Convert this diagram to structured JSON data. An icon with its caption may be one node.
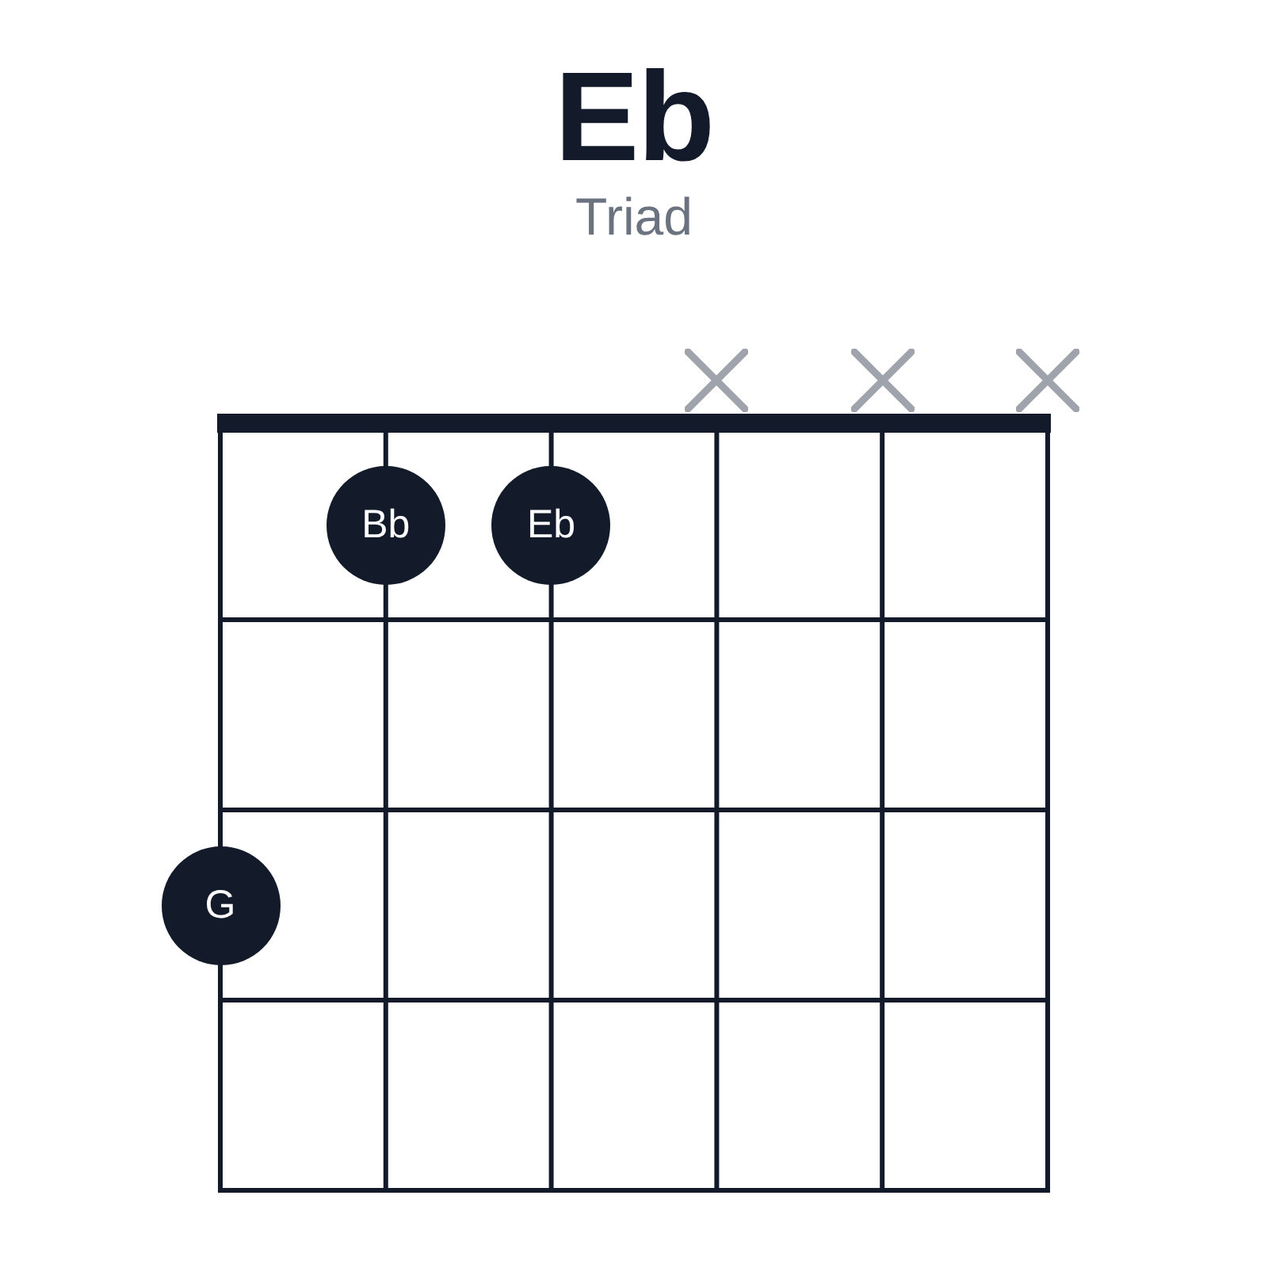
{
  "diagram": {
    "title": "Eb",
    "nodes": [
      {
        "text": [
          "Bb"
        ]
      },
      {
        "text": [
          "Eb"
        ]
      },
      {
        "text": [
          "G"
        ]
      }
    ],
    "labels": [
      "Triad"
    ]
  }
}
